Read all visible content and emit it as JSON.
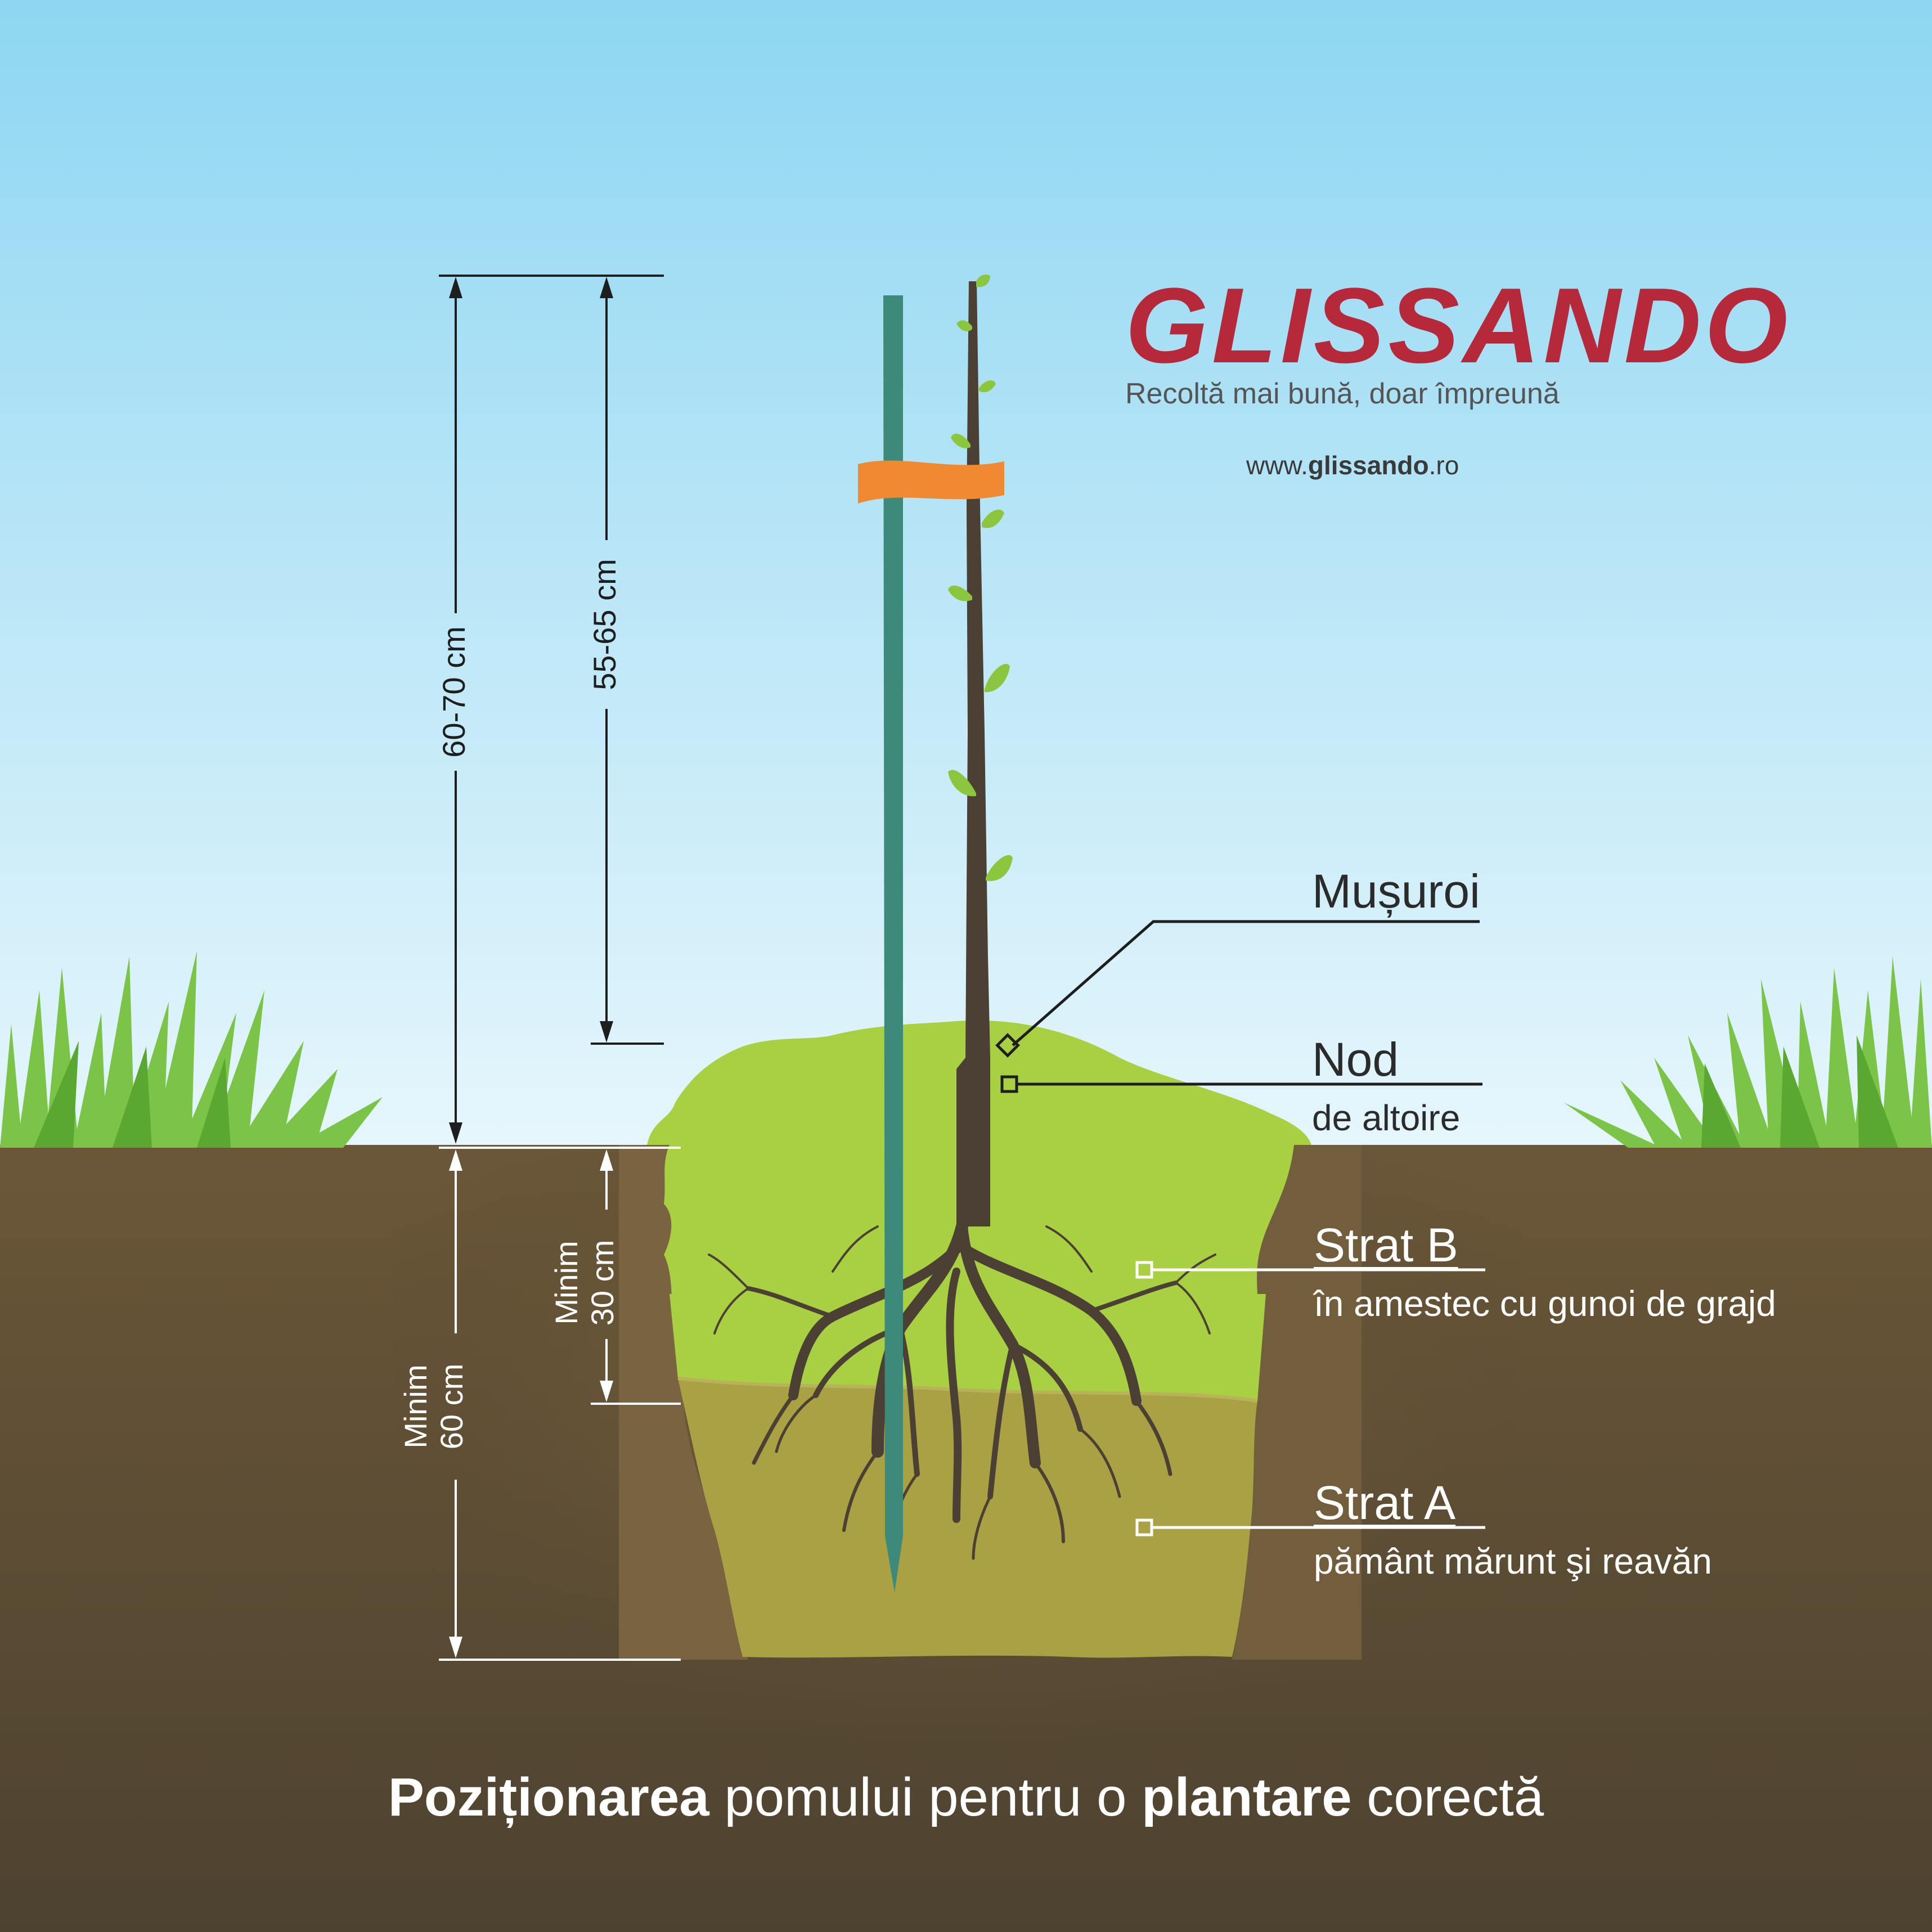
{
  "brand": {
    "name": "GLISSANDO",
    "tagline": "Recoltă mai bună, doar împreună",
    "website_prefix": "www.",
    "website_domain": "glissando",
    "website_suffix": ".ro"
  },
  "labels": {
    "musuroi": "Mușuroi",
    "nod_title": "Nod",
    "nod_sub": "de altoire",
    "strat_b_title": "Strat B",
    "strat_b_sub": "în amestec cu gunoi de grajd",
    "strat_a_title": "Strat A",
    "strat_a_sub": "pământ mărunt şi reavăn"
  },
  "dimensions": {
    "d1": "60-70 cm",
    "d2": "55-65 cm",
    "d3_line1": "Minim",
    "d3_line2": "30 cm",
    "d4_line1": "Minim",
    "d4_line2": "60 cm"
  },
  "caption": {
    "part1": "Poziționarea",
    "part2": " pomului pentru o ",
    "part3": "plantare",
    "part4": " corectă"
  },
  "colors": {
    "sky_top": "#8ed6f2",
    "sky_bottom": "#e6f6fc",
    "soil": "#6a5637",
    "layer_b": "#a9cf43",
    "layer_a": "#a9a144",
    "stake": "#3e8a7a",
    "ribbon": "#f08a32",
    "trunk": "#4b4033",
    "leaf": "#8cc63f",
    "brand_red": "#b5293a"
  }
}
